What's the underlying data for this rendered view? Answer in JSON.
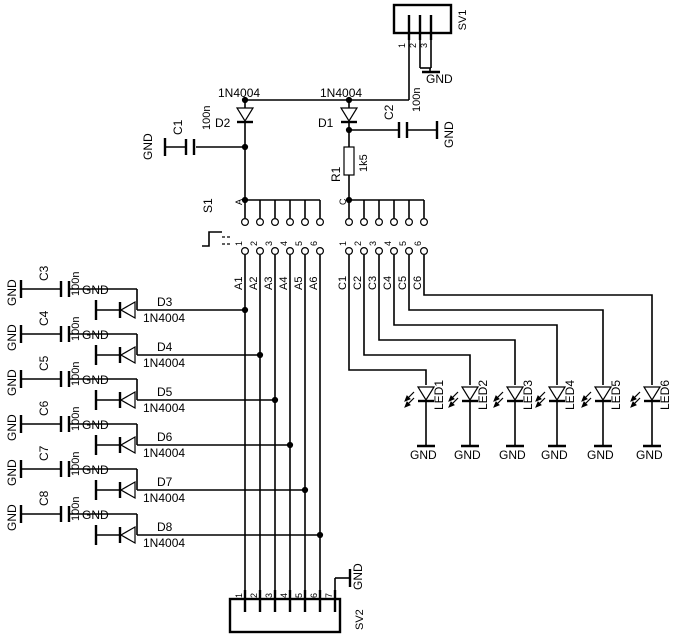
{
  "connectors": {
    "sv1": {
      "name": "SV1",
      "pins": [
        "1",
        "2",
        "3"
      ],
      "gnd": "GND"
    },
    "sv2": {
      "name": "SV2",
      "pins": [
        "1",
        "2",
        "3",
        "4",
        "5",
        "6",
        "7"
      ],
      "gnd": "GND"
    }
  },
  "power_diodes": [
    {
      "ref": "D2",
      "value": "1N4004"
    },
    {
      "ref": "D1",
      "value": "1N4004"
    }
  ],
  "power_caps": [
    {
      "ref": "C1",
      "value": "100n",
      "gnd": "GND"
    },
    {
      "ref": "C2",
      "value": "100n",
      "gnd": "GND"
    }
  ],
  "resistor": {
    "ref": "R1",
    "value": "1k5"
  },
  "switch": {
    "ref": "S1",
    "common_a": "A",
    "common_c": "C",
    "pins": [
      "1",
      "2",
      "3",
      "4",
      "5",
      "6"
    ],
    "out_a": [
      "A1",
      "A2",
      "A3",
      "A4",
      "A5",
      "A6"
    ],
    "out_c": [
      "C1",
      "C2",
      "C3",
      "C4",
      "C5",
      "C6"
    ]
  },
  "inputs": [
    {
      "cap": "C3",
      "cap_value": "100n",
      "diode": "D3",
      "diode_value": "1N4004",
      "gnd": "GND"
    },
    {
      "cap": "C4",
      "cap_value": "100n",
      "diode": "D4",
      "diode_value": "1N4004",
      "gnd": "GND"
    },
    {
      "cap": "C5",
      "cap_value": "100n",
      "diode": "D5",
      "diode_value": "1N4004",
      "gnd": "GND"
    },
    {
      "cap": "C6",
      "cap_value": "100n",
      "diode": "D6",
      "diode_value": "1N4004",
      "gnd": "GND"
    },
    {
      "cap": "C7",
      "cap_value": "100n",
      "diode": "D7",
      "diode_value": "1N4004",
      "gnd": "GND"
    },
    {
      "cap": "C8",
      "cap_value": "100n",
      "diode": "D8",
      "diode_value": "1N4004",
      "gnd": "GND"
    }
  ],
  "leds": [
    {
      "ref": "LED1",
      "gnd": "GND"
    },
    {
      "ref": "LED2",
      "gnd": "GND"
    },
    {
      "ref": "LED3",
      "gnd": "GND"
    },
    {
      "ref": "LED4",
      "gnd": "GND"
    },
    {
      "ref": "LED5",
      "gnd": "GND"
    },
    {
      "ref": "LED6",
      "gnd": "GND"
    }
  ],
  "colors": {
    "ink": "#000000",
    "background": "#ffffff"
  }
}
